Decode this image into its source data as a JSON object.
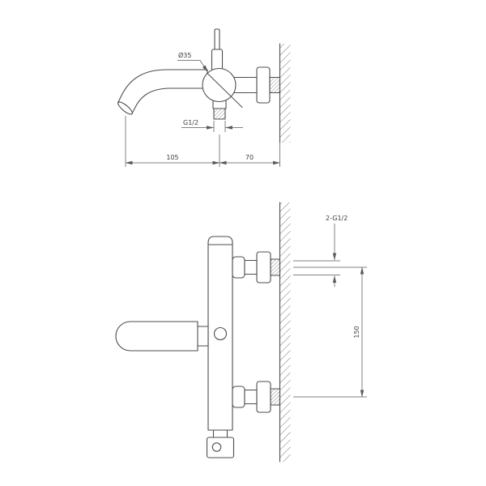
{
  "colors": {
    "outline": "#4d4d4d",
    "dimension": "#5a5a5a",
    "hatch": "#6a6a6a",
    "background": "#ffffff"
  },
  "side_view": {
    "labels": {
      "diameter": "Ø35",
      "thread": "G1/2",
      "spout_reach": "105",
      "wall_offset": "70"
    }
  },
  "front_view": {
    "labels": {
      "threads": "2-G1/2",
      "spacing": "150"
    }
  }
}
